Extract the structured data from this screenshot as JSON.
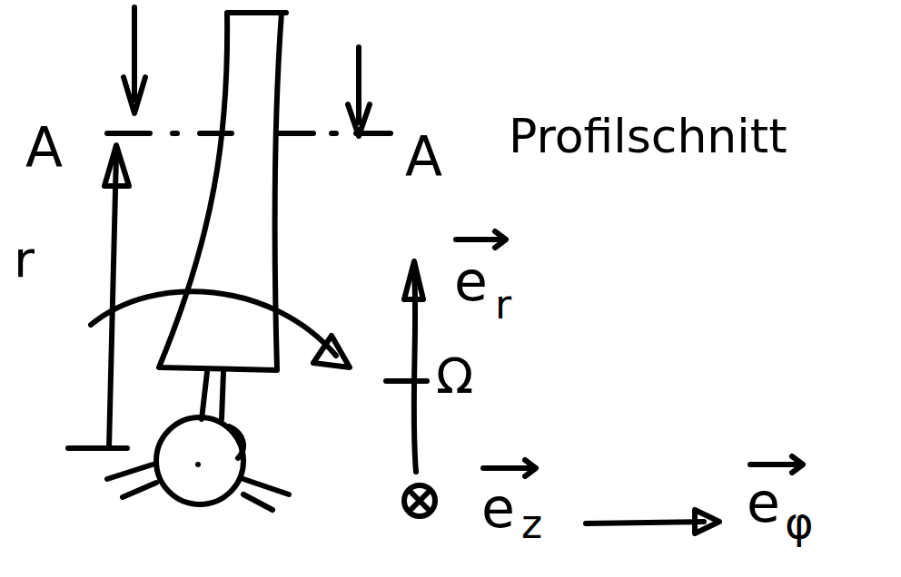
{
  "diagram": {
    "labels": [
      "A",
      "A",
      "Profilschnitt",
      "r",
      "e",
      "r",
      "Ω",
      "e",
      "z",
      "e",
      "φ"
    ]
  }
}
